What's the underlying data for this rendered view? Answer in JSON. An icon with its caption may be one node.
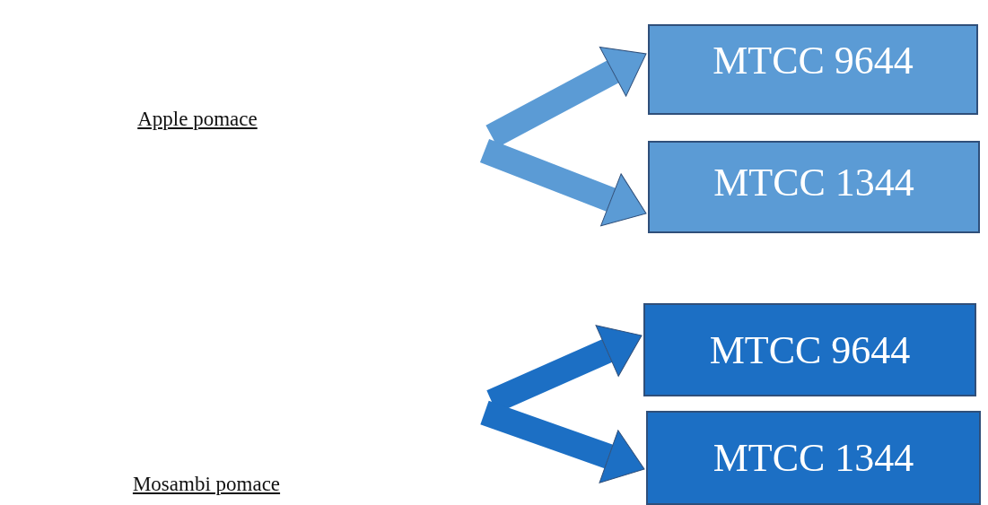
{
  "diagram": {
    "nodes": [
      {
        "text": [
          "Apple pomace"
        ]
      },
      {
        "text": [
          "MTCC 9644"
        ]
      },
      {
        "text": [
          "MTCC 1344"
        ]
      },
      {
        "text": [
          "Mosambi pomace"
        ]
      },
      {
        "text": [
          "MTCC 9644"
        ]
      },
      {
        "text": [
          "MTCC 1344"
        ]
      }
    ],
    "edges": [
      {
        "from": null,
        "to": 1,
        "arrow": "to"
      },
      {
        "from": null,
        "to": 2,
        "arrow": "to"
      },
      {
        "from": null,
        "to": 4,
        "arrow": "to",
        "color": "#1c6fc4"
      },
      {
        "from": null,
        "to": 5,
        "arrow": "to",
        "color": "#1c6fc4"
      }
    ]
  }
}
